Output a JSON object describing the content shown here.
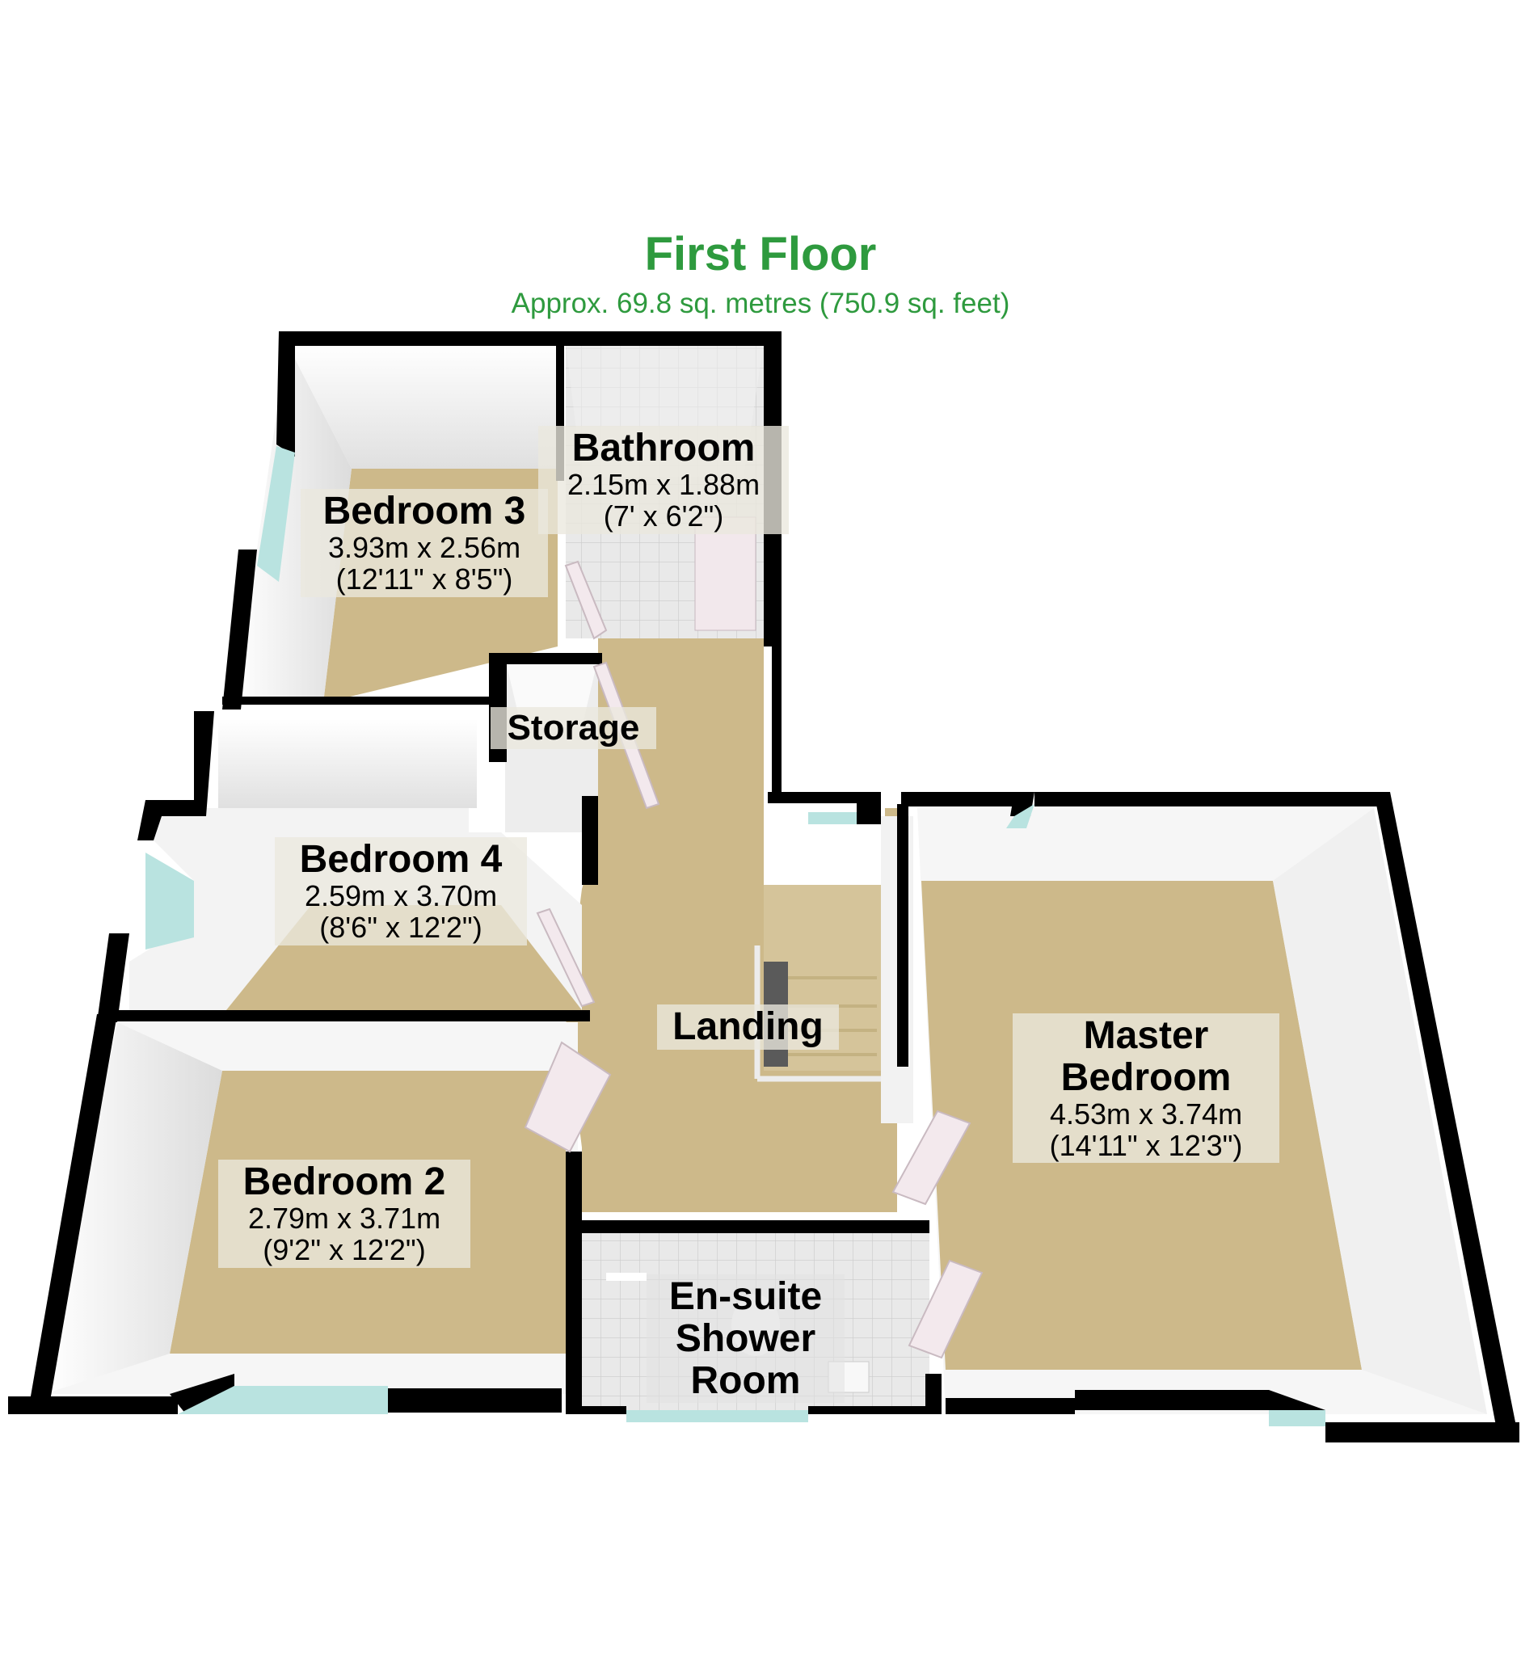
{
  "header": {
    "title": "First Floor",
    "subtitle": "Approx. 69.8 sq. metres (750.9 sq. feet)"
  },
  "colors": {
    "title_green": "#2e9a3e",
    "wall": "#000000",
    "carpet": "#cdb98a",
    "interior_wall": "#f4f4f4",
    "tile": "#e6e6e6",
    "window_glass": "#b9e3e0",
    "label_bg": "#ebe8de"
  },
  "rooms": [
    {
      "id": "bedroom3",
      "name": "Bedroom 3",
      "metric": "3.93m x 2.56m",
      "imperial": "(12'11\" x 8'5\")"
    },
    {
      "id": "bathroom",
      "name": "Bathroom",
      "metric": "2.15m x 1.88m",
      "imperial": "(7' x 6'2\")"
    },
    {
      "id": "storage",
      "name": "Storage"
    },
    {
      "id": "bedroom4",
      "name": "Bedroom 4",
      "metric": "2.59m x 3.70m",
      "imperial": "(8'6\" x 12'2\")"
    },
    {
      "id": "landing",
      "name": "Landing"
    },
    {
      "id": "master",
      "name": "Master Bedroom",
      "name_line1": "Master",
      "name_line2": "Bedroom",
      "metric": "4.53m x 3.74m",
      "imperial": "(14'11\" x 12'3\")"
    },
    {
      "id": "bedroom2",
      "name": "Bedroom 2",
      "metric": "2.79m x 3.71m",
      "imperial": "(9'2\" x 12'2\")"
    },
    {
      "id": "ensuite",
      "name": "En-suite Shower Room",
      "name_line1": "En-suite",
      "name_line2": "Shower",
      "name_line3": "Room"
    }
  ]
}
